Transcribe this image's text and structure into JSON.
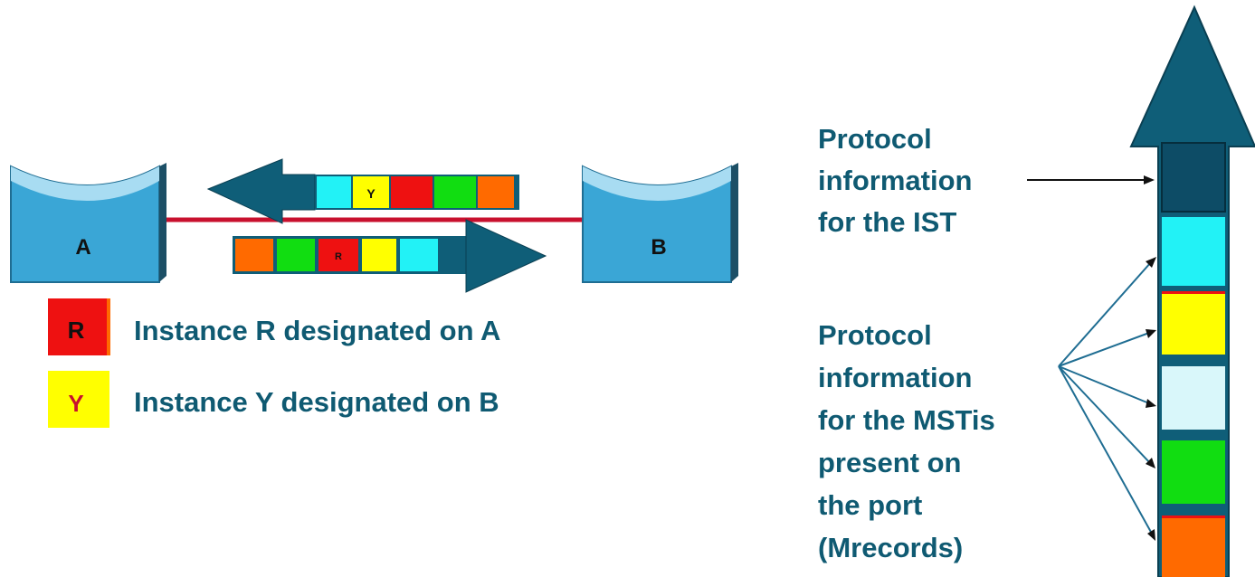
{
  "switches": {
    "a_label": "A",
    "b_label": "B"
  },
  "packets": {
    "top_marker": "Y",
    "bottom_marker": "R"
  },
  "legend": {
    "r": {
      "letter": "R",
      "text": "Instance R designated on A"
    },
    "y": {
      "letter": "Y",
      "text": "Instance Y designated on B"
    }
  },
  "bpdu_labels": {
    "ist_lines": [
      "Protocol",
      "information",
      "for the IST"
    ],
    "msti_lines": [
      "Protocol",
      "information",
      "for the MSTis",
      "present on",
      "the port",
      "(Mrecords)"
    ]
  },
  "colors": {
    "arrow_teal": "#0f5e78",
    "switch_blue": "#3aa6d6",
    "switch_light": "#a8dcf2",
    "link_red": "#c8102e",
    "red": "#ee1111",
    "yellow": "#ffff00",
    "green": "#11dd11",
    "orange": "#ff6a00",
    "cyan": "#22f2f6",
    "light_cyan": "#d9f7fa",
    "ist_dark": "#0d4c66"
  }
}
